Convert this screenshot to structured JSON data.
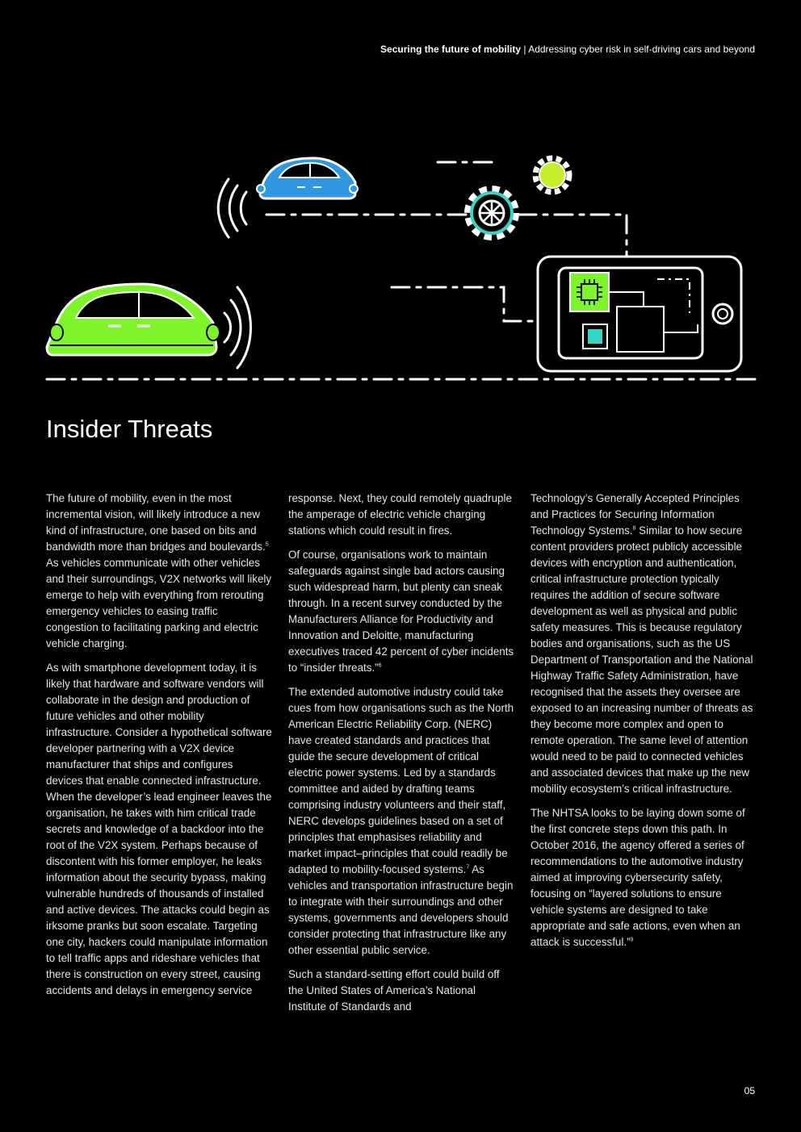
{
  "header": {
    "title": "Securing the future of mobility",
    "separator": " | ",
    "subtitle": "Addressing cyber risk in self-driving cars and beyond"
  },
  "colors": {
    "green": "#7df52a",
    "blue": "#2e98e0",
    "teal": "#35d6c8",
    "lime": "#c5f02a"
  },
  "section": {
    "title": "Insider Threats"
  },
  "col1": {
    "p1a": "The future of mobility, even in the most incremental vision, will likely introduce a new kind of infrastructure, one based on bits and bandwidth more than bridges and boulevards.",
    "p1s": "5",
    "p1b": " As vehicles communicate with other vehicles and their surroundings, V2X networks will likely emerge to help with everything from rerouting emergency vehicles to easing traffic congestion to facilitating parking and electric vehicle charging.",
    "p2": "As with smartphone development today, it is likely that hardware and software vendors will collaborate in the design and production of future vehicles and other mobility infrastructure. Consider a hypothetical software developer partnering with a V2X device manufacturer that ships and configures devices that enable connected infrastructure. When the developer’s lead engineer leaves the organisation, he takes with him critical trade secrets and knowledge of a backdoor into the root of the V2X system. Perhaps because of discontent with his former employer, he leaks information about the security bypass, making vulnerable hundreds of thousands of installed and active devices. The attacks could begin as irksome pranks but soon escalate. Targeting one city, hackers could manipulate information to tell traffic apps and rideshare vehicles that there is construction on every street, causing accidents and delays in emergency service"
  },
  "col2": {
    "p1": "response. Next, they could remotely quadruple the amperage of electric vehicle charging stations which could result in fires.",
    "p2a": "Of course, organisations work to maintain safeguards against single bad actors causing such widespread harm, but plenty can sneak through. In a recent survey conducted by the Manufacturers Alliance for Productivity and Innovation and Deloitte, manufacturing executives traced 42 percent of cyber incidents to “insider threats.”",
    "p2s": "6",
    "p3a": "The extended automotive industry could take cues from how organisations such as the North American Electric Reliability Corp. (NERC) have created standards and practices that guide the secure development of critical electric power systems. Led by a standards committee and aided by drafting teams comprising industry volunteers and their staff, NERC develops guidelines based on a set of principles that emphasises reliability and market impact–principles that could readily be adapted to mobility-focused systems.",
    "p3s": "7",
    "p3b": " As vehicles and transportation infrastructure begin to integrate with their surroundings and other systems, governments and developers should consider protecting that infrastructure like any other essential public service.",
    "p4": "Such a standard-setting effort could build off the United States of America’s National Institute of Standards and"
  },
  "col3": {
    "p1a": "Technology’s Generally Accepted Principles and Practices for Securing Information Technology Systems.",
    "p1s": "8",
    "p1b": " Similar to how secure content providers protect publicly accessible devices with encryption and authentication, critical infrastructure protection typically requires the addition of secure software development as well as physical and public safety measures. This is because regulatory bodies and organisations, such as the US Department of Transportation and the National Highway Traffic Safety Administration, have recognised that the assets they oversee are exposed to an increasing number of threats as they become more complex and open to remote operation. The same level of attention would need to be paid to connected vehicles and associated devices that make up the new mobility ecosystem’s critical infrastructure.",
    "p2a": "The NHTSA looks to be laying down some of the first concrete steps down this path. In October 2016, the agency offered a series of recommendations to the automotive industry aimed at improving cybersecurity safety, focusing on “layered solutions to ensure vehicle systems are designed to take appropriate and safe actions, even when an attack is successful.”",
    "p2s": "9"
  },
  "page_number": "05"
}
